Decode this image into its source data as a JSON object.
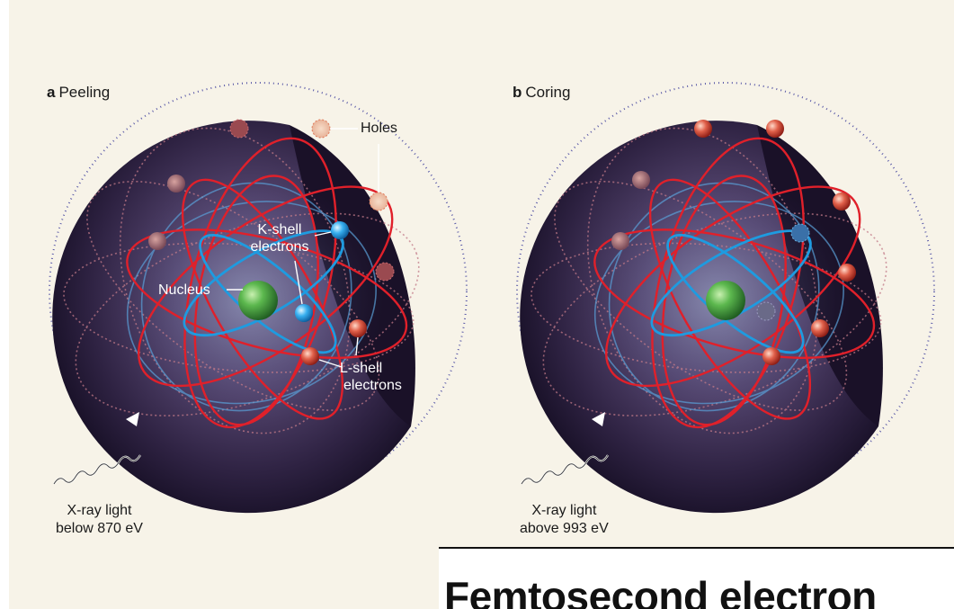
{
  "panels": [
    {
      "letter": "a",
      "name": "Peeling",
      "xray": [
        "X-ray light",
        "below 870 eV"
      ]
    },
    {
      "letter": "b",
      "name": "Coring",
      "xray": [
        "X-ray light",
        "above 993 eV"
      ]
    }
  ],
  "callouts": {
    "holes": "Holes",
    "k_shell": [
      "K-shell",
      "electrons"
    ],
    "nucleus": "Nucleus",
    "l_shell": [
      "L-shell",
      "electrons"
    ]
  },
  "article_title": "Femtosecond electron",
  "colors": {
    "background": "#f7f3e8",
    "sphere_dark": "#1e1530",
    "sphere_mid": "#5b4a78",
    "l_shell_orbit": "#e0202a",
    "k_shell_orbit": "#1e9be0",
    "nucleus": "#3c9a3c"
  }
}
